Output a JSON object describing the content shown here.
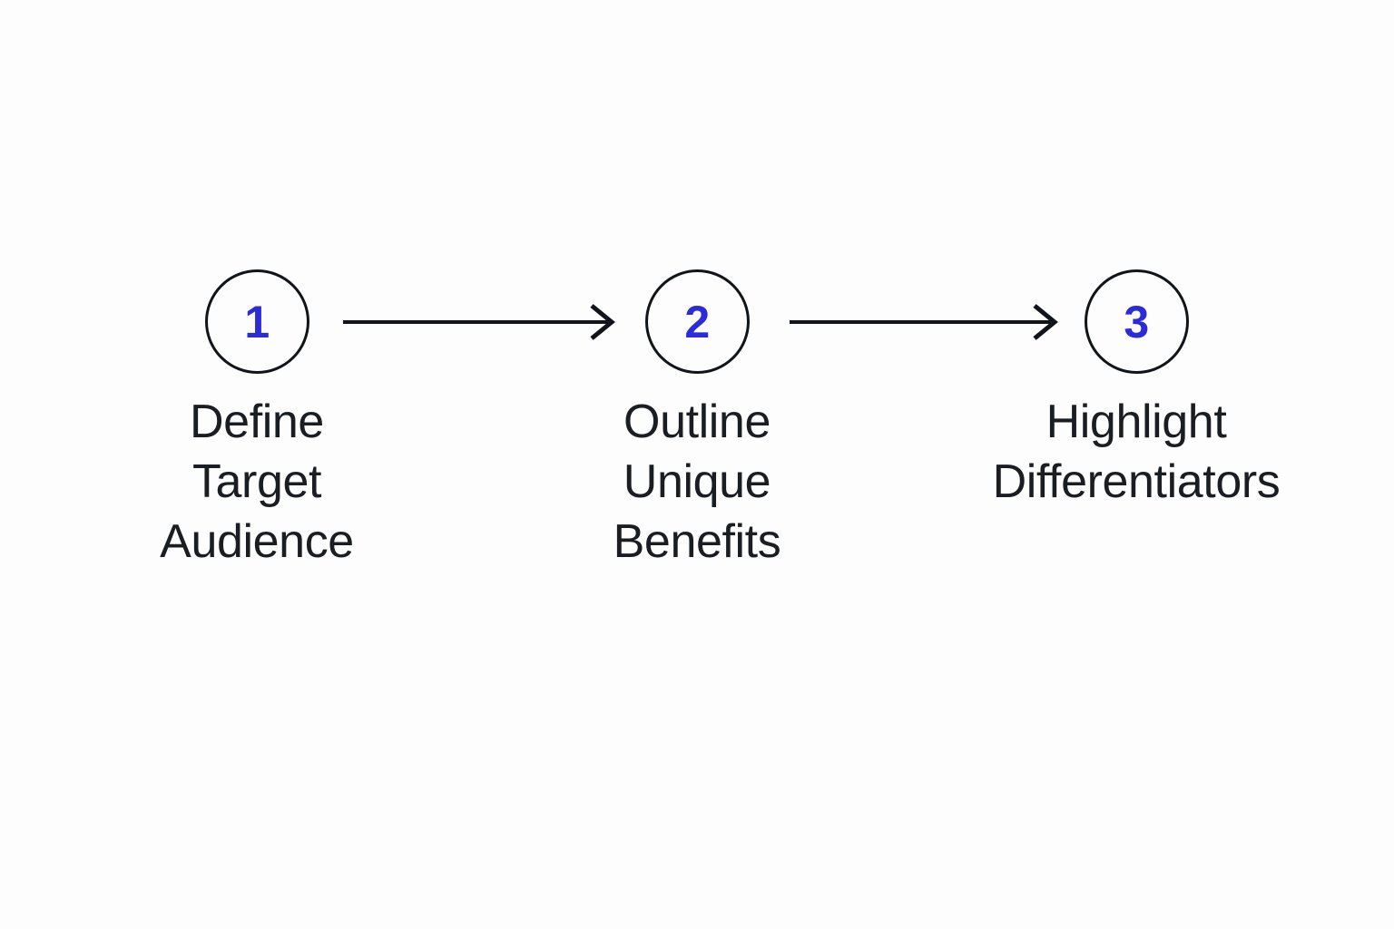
{
  "diagram": {
    "type": "horizontal-step-flow",
    "background_color": "#fdfdfd",
    "node_border_color": "#111418",
    "number_color": "#2b2bd8",
    "label_color": "#1a1d21",
    "connector_color": "#111418",
    "steps": [
      {
        "number": "1",
        "label": "Define\nTarget\nAudience",
        "label_lines": [
          "Define",
          "Target",
          "Audience"
        ]
      },
      {
        "number": "2",
        "label": "Outline\nUnique\nBenefits",
        "label_lines": [
          "Outline",
          "Unique",
          "Benefits"
        ]
      },
      {
        "number": "3",
        "label": "Highlight\nDifferentiators",
        "label_lines": [
          "Highlight",
          "Differentiators"
        ]
      }
    ],
    "connectors": [
      {
        "name": "arrow-step-1-to-step-2",
        "from": "1",
        "to": "2",
        "style": "line-with-chevron-arrowhead"
      },
      {
        "name": "arrow-step-2-to-step-3",
        "from": "2",
        "to": "3",
        "style": "line-with-chevron-arrowhead"
      }
    ]
  }
}
